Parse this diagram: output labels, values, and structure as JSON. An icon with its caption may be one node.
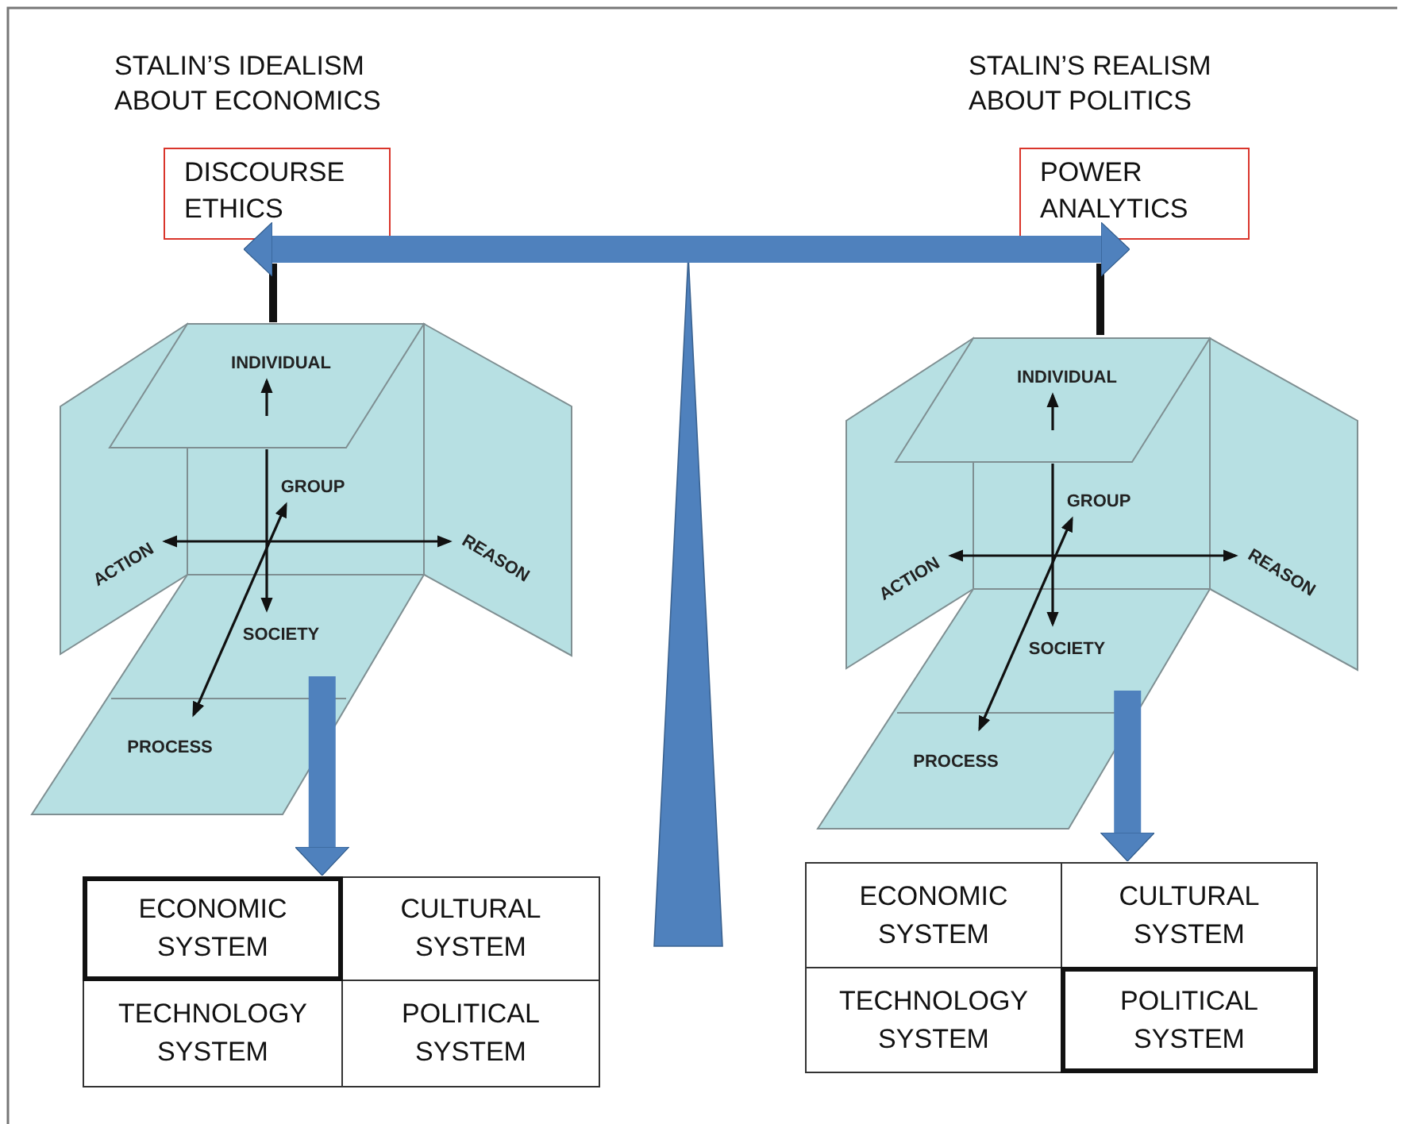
{
  "diagram": {
    "nodes": [
      {
        "text": [
          "DISCOURSE ETHICS"
        ]
      },
      {
        "text": [
          "POWER ANALYTICS"
        ]
      },
      {
        "text": [],
        "shape": "picture"
      },
      {
        "text": [],
        "shape": "picture"
      },
      {
        "text": [
          "ECONOMIC SYSTEM"
        ]
      },
      {
        "text": [
          "CULTURAL SYSTEM"
        ]
      },
      {
        "text": [
          "TECHNOLOGY SYSTEM"
        ]
      },
      {
        "text": [
          "POLITICAL SYSTEM"
        ]
      },
      {
        "text": [
          "ECONOMIC SYSTEM"
        ]
      },
      {
        "text": [
          "CULTURAL SYSTEM"
        ]
      },
      {
        "text": [
          "TECHNOLOGY SYSTEM"
        ]
      },
      {
        "text": [
          "POLITICAL SYSTEM"
        ]
      },
      {
        "text": [],
        "shape": "triangle"
      }
    ],
    "edges": [
      {
        "from": 0,
        "to": 1,
        "arrow": "both"
      },
      {
        "from": 2,
        "to": 4,
        "arrow": "to"
      },
      {
        "from": 3,
        "to": 9,
        "arrow": "to"
      }
    ],
    "labels": [
      "STALIN’S IDEALISM ABOUT ECONOMICS",
      "STALIN’S REALISM ABOUT POLITICS",
      "INDIVIDUAL",
      "GROUP",
      "ACTION",
      "REASON",
      "SOCIETY",
      "PROCESS",
      "INDIVIDUAL",
      "GROUP",
      "ACTION",
      "REASON",
      "SOCIETY",
      "PROCESS"
    ]
  }
}
